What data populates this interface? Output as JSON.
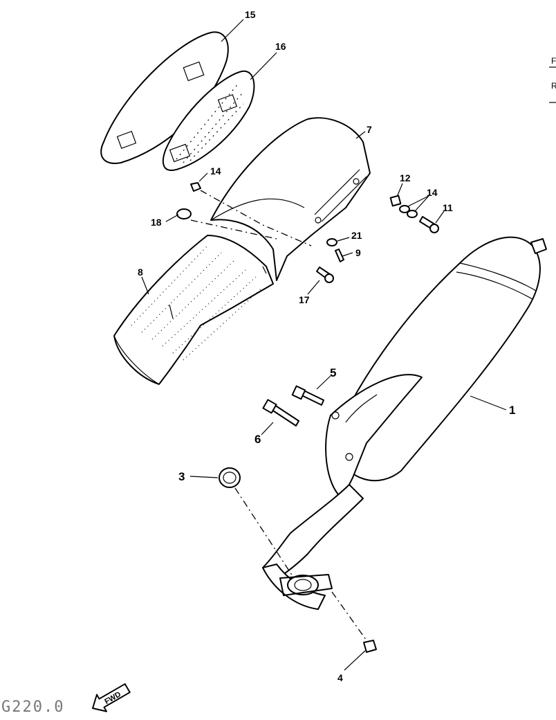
{
  "callouts": {
    "c15": "15",
    "c16": "16",
    "c7": "7",
    "c14a": "14",
    "c12": "12",
    "c14b": "14",
    "c11": "11",
    "c18": "18",
    "c21": "21",
    "c9": "9",
    "c8": "8",
    "c17": "17",
    "c5": "5",
    "c1": "1",
    "c6": "6",
    "c3": "3",
    "c4": "4"
  },
  "figure_code": "G220.0",
  "fwd_badge": "FWD",
  "edge_marks": [
    "F",
    "R"
  ]
}
